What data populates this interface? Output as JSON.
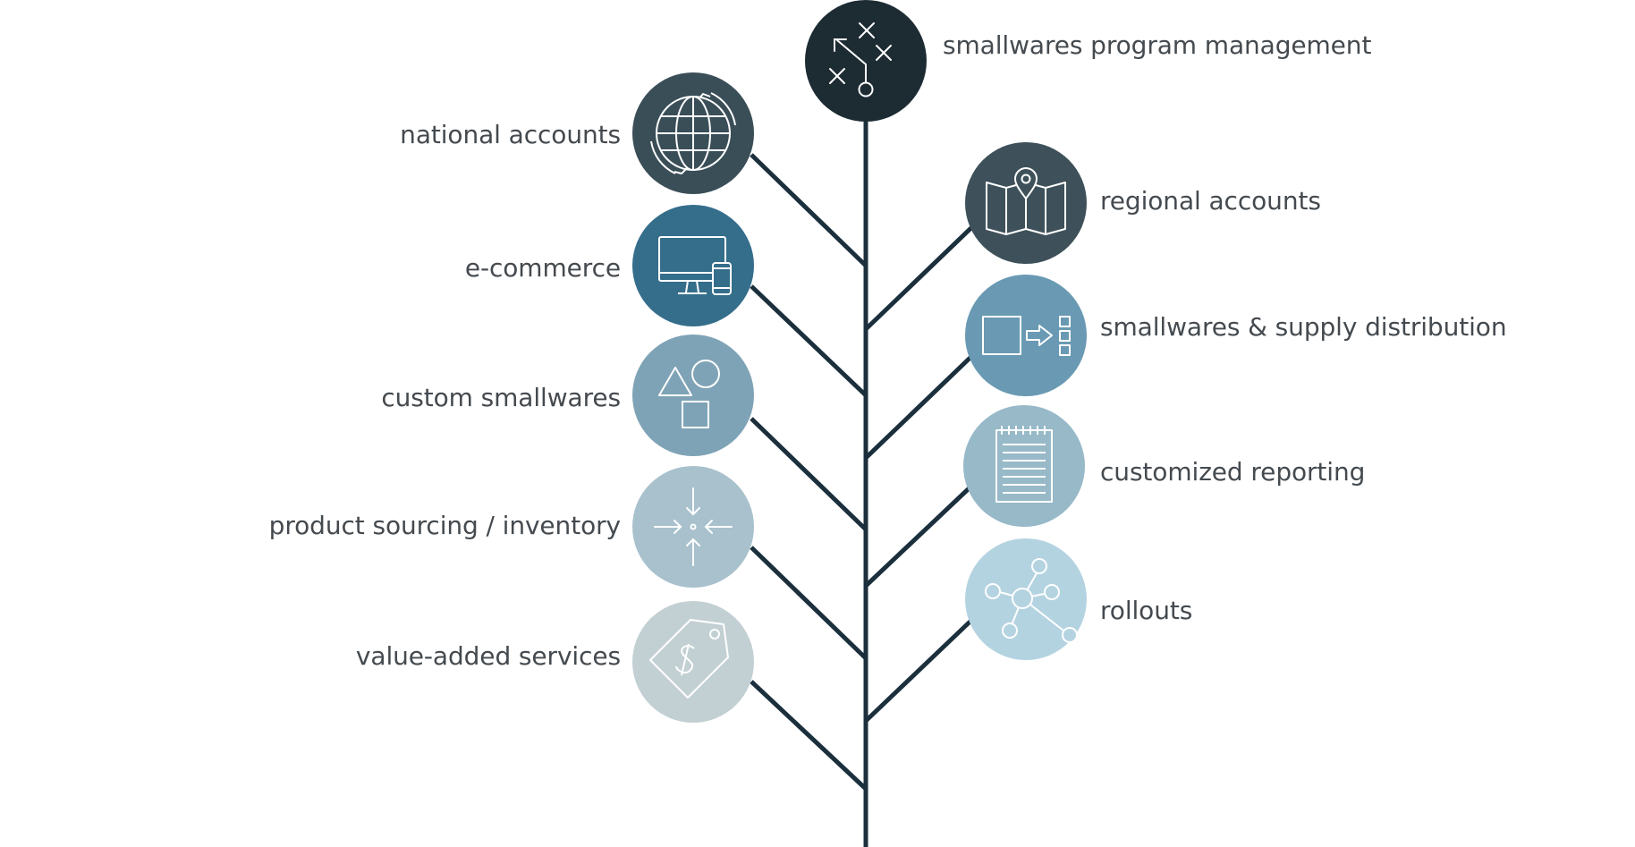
{
  "diagram": {
    "title": "",
    "colors": {
      "trunk": "#1b2f3d",
      "text": "#444a4f",
      "icon_stroke": "#ffffff"
    },
    "root": {
      "label": "smallwares program management",
      "icon": "strategy-play-icon",
      "color": "#1d2b33"
    },
    "left_nodes": [
      {
        "label": "national accounts",
        "icon": "globe-icon",
        "color": "#3a4e58"
      },
      {
        "label": "e-commerce",
        "icon": "desktop-mobile-icon",
        "color": "#356e8b"
      },
      {
        "label": "custom smallwares",
        "icon": "shapes-icon",
        "color": "#7fa3b6"
      },
      {
        "label": "product sourcing / inventory",
        "icon": "converge-arrows-icon",
        "color": "#a8c1cd"
      },
      {
        "label": "value-added services",
        "icon": "price-tag-icon",
        "color": "#c3d0d3"
      }
    ],
    "right_nodes": [
      {
        "label": "regional accounts",
        "icon": "map-pin-icon",
        "color": "#3e515a"
      },
      {
        "label": "smallwares & supply distribution",
        "icon": "distribution-icon",
        "color": "#6a9ab3"
      },
      {
        "label": "customized reporting",
        "icon": "notepad-icon",
        "color": "#97b9c8"
      },
      {
        "label": "rollouts",
        "icon": "network-icon",
        "color": "#b4d3e1"
      }
    ]
  }
}
